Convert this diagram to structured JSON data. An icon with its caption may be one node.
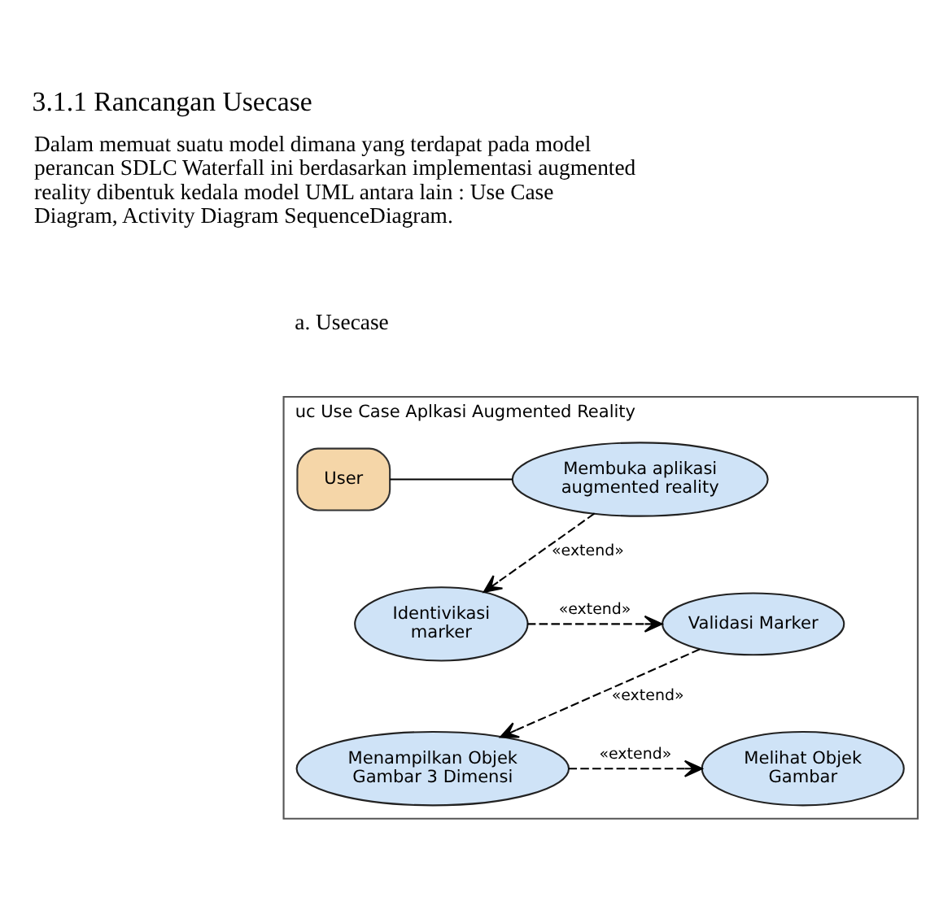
{
  "diagram": {
    "title": "3.1.1 Rancangan Usecase",
    "nodes": [
      {
        "text": [
          "uc Use Case Aplkasi Augmented Reality"
        ]
      },
      {
        "text": [
          "User"
        ],
        "in": 0
      },
      {
        "text": [
          "Membuka aplikasi augmented reality"
        ],
        "in": 0
      },
      {
        "text": [
          "Identivikasi marker"
        ],
        "in": 0
      },
      {
        "text": [
          "Validasi Marker"
        ],
        "in": 0
      },
      {
        "text": [
          "Menampilkan Objek Gambar 3 Dimensi"
        ],
        "in": 0
      },
      {
        "text": [
          "Melihat Objek Gambar"
        ],
        "in": 0
      }
    ],
    "edges": [
      {
        "from": 1,
        "to": 2,
        "arrow": "none"
      },
      {
        "from": 2,
        "to": 3,
        "arrow": "to",
        "style": "dashed",
        "label": "«extend»"
      },
      {
        "from": 3,
        "to": 4,
        "arrow": "to",
        "style": "dashed",
        "label": "«extend»"
      },
      {
        "from": 4,
        "to": 5,
        "arrow": "to",
        "style": "dashed",
        "label": "«extend»"
      },
      {
        "from": 5,
        "to": 6,
        "arrow": "to",
        "style": "dashed",
        "label": "«extend»"
      }
    ],
    "labels": [
      "Dalam memuat suatu model dimana yang terdapat pada model perancan SDLC Waterfall ini berdasarkan implementasi augmented reality dibentuk kedala model UML antara lain : Use Case Diagram, Activity Diagram SequenceDiagram.",
      "a. Usecase"
    ]
  }
}
